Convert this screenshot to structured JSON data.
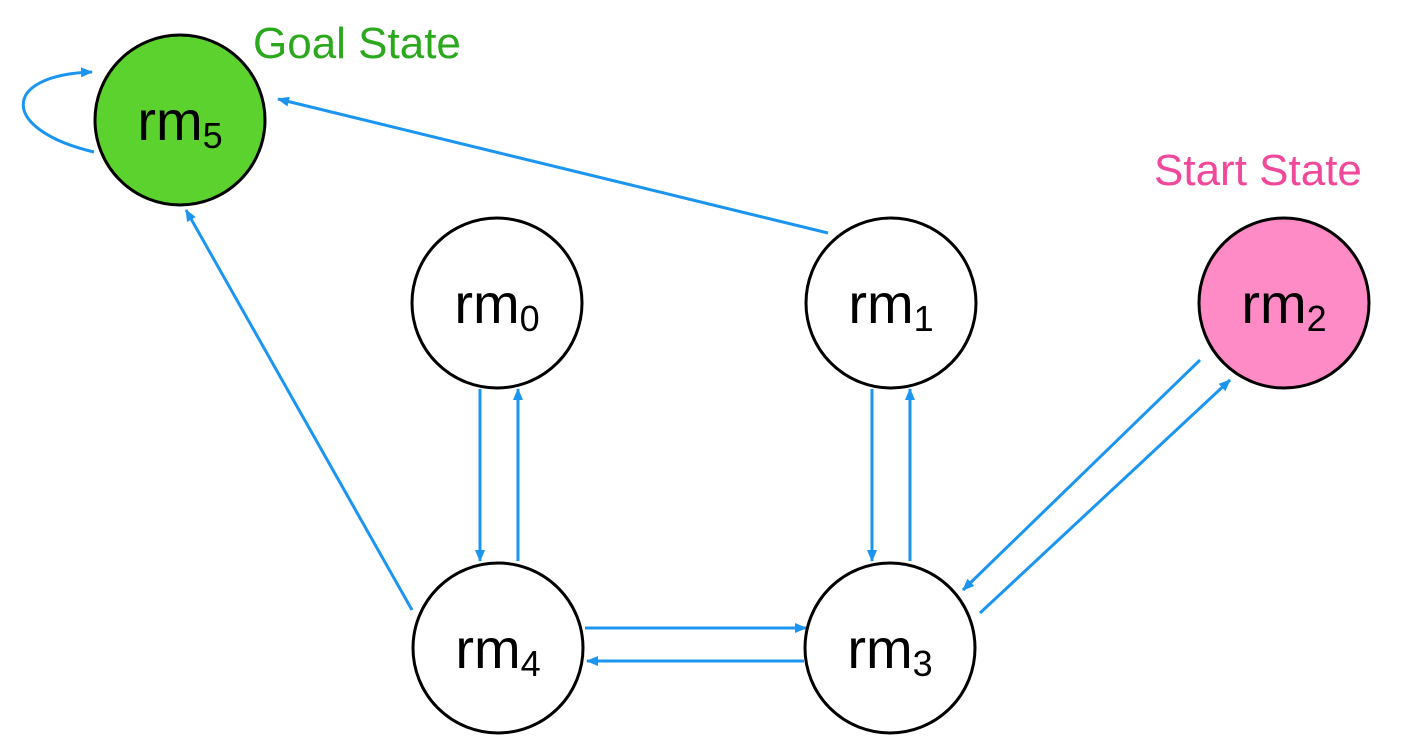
{
  "colors": {
    "edge": "#1B95F0",
    "goal_fill": "#5BD22D",
    "start_fill": "#FF8BC6",
    "node_fill": "#FFFFFF",
    "goal_label": "#2BA81E",
    "start_label": "#F0489B"
  },
  "labels": {
    "goal": "Goal State",
    "start": "Start State"
  },
  "nodes": [
    {
      "id": "rm5",
      "base": "rm",
      "sub": "5",
      "role": "goal"
    },
    {
      "id": "rm0",
      "base": "rm",
      "sub": "0",
      "role": "normal"
    },
    {
      "id": "rm1",
      "base": "rm",
      "sub": "1",
      "role": "normal"
    },
    {
      "id": "rm2",
      "base": "rm",
      "sub": "2",
      "role": "start"
    },
    {
      "id": "rm4",
      "base": "rm",
      "sub": "4",
      "role": "normal"
    },
    {
      "id": "rm3",
      "base": "rm",
      "sub": "3",
      "role": "normal"
    }
  ],
  "edges": [
    {
      "from": "rm5",
      "to": "rm5"
    },
    {
      "from": "rm1",
      "to": "rm5"
    },
    {
      "from": "rm4",
      "to": "rm5"
    },
    {
      "from": "rm0",
      "to": "rm4"
    },
    {
      "from": "rm4",
      "to": "rm0"
    },
    {
      "from": "rm1",
      "to": "rm3"
    },
    {
      "from": "rm3",
      "to": "rm1"
    },
    {
      "from": "rm2",
      "to": "rm3"
    },
    {
      "from": "rm3",
      "to": "rm2"
    },
    {
      "from": "rm4",
      "to": "rm3"
    },
    {
      "from": "rm3",
      "to": "rm4"
    }
  ]
}
